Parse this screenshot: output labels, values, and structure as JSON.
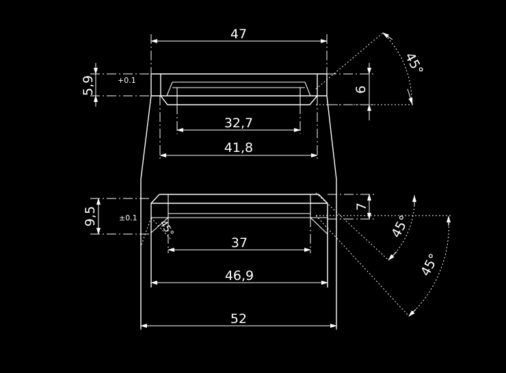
{
  "dims": {
    "d47": "47",
    "d32_7": "32,7",
    "d41_8": "41,8",
    "d37": "37",
    "d46_9": "46,9",
    "d52": "52",
    "d5_9": "5,9",
    "d6": "6",
    "d9_5": "9,5",
    "d7": "7"
  },
  "angles": {
    "top": "45°",
    "mid": "45°",
    "low": "45°",
    "left": "45°"
  },
  "tolerances": {
    "top": "+0.1",
    "bottom": "±0.1"
  },
  "colors": {
    "background": "#000000",
    "lines": "#ffffff"
  }
}
